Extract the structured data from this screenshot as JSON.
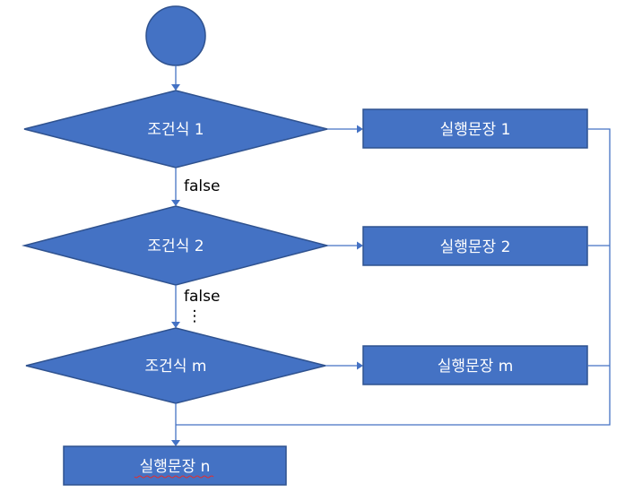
{
  "diagram": {
    "start_node": "start-circle",
    "conditions": [
      {
        "id": "cond1",
        "label": "조건식 1"
      },
      {
        "id": "cond2",
        "label": "조건식 2"
      },
      {
        "id": "condm",
        "label": "조건식 m"
      }
    ],
    "statements": [
      {
        "id": "stmt1",
        "label": "실행문장 1"
      },
      {
        "id": "stmt2",
        "label": "실행문장 2"
      },
      {
        "id": "stmtm",
        "label": "실행문장 m"
      },
      {
        "id": "stmtn",
        "label": "실행문장 n"
      }
    ],
    "edge_labels": {
      "false_1": "false",
      "false_2": "false",
      "ellipsis": "⋮"
    },
    "colors": {
      "shape_fill": "#4472C4",
      "shape_stroke": "#2F528F",
      "connector": "#4472C4",
      "text_on_shape": "#FFFFFF",
      "text_on_canvas": "#000000"
    }
  }
}
